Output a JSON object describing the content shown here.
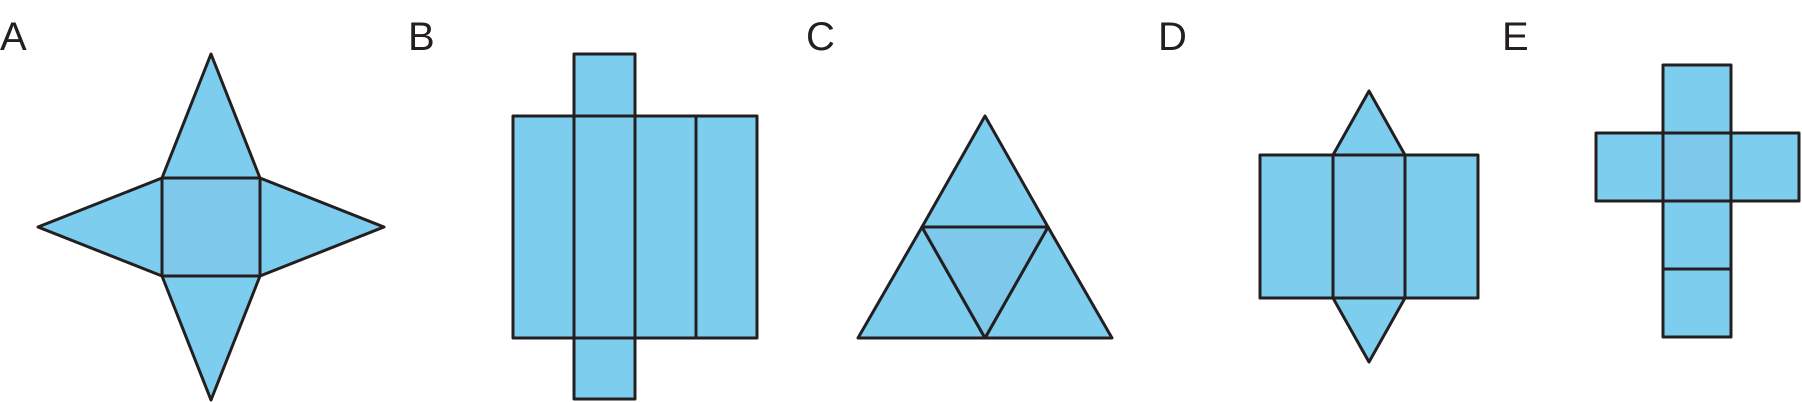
{
  "colors": {
    "face_fill": "#7dcdee",
    "center_fill": "#7ec8ec",
    "stroke": "#231f20",
    "label": "#231f20"
  },
  "nets": [
    {
      "id": "a",
      "label": "A"
    },
    {
      "id": "b",
      "label": "B"
    },
    {
      "id": "c",
      "label": "C"
    },
    {
      "id": "d",
      "label": "D"
    },
    {
      "id": "e",
      "label": "E"
    }
  ]
}
